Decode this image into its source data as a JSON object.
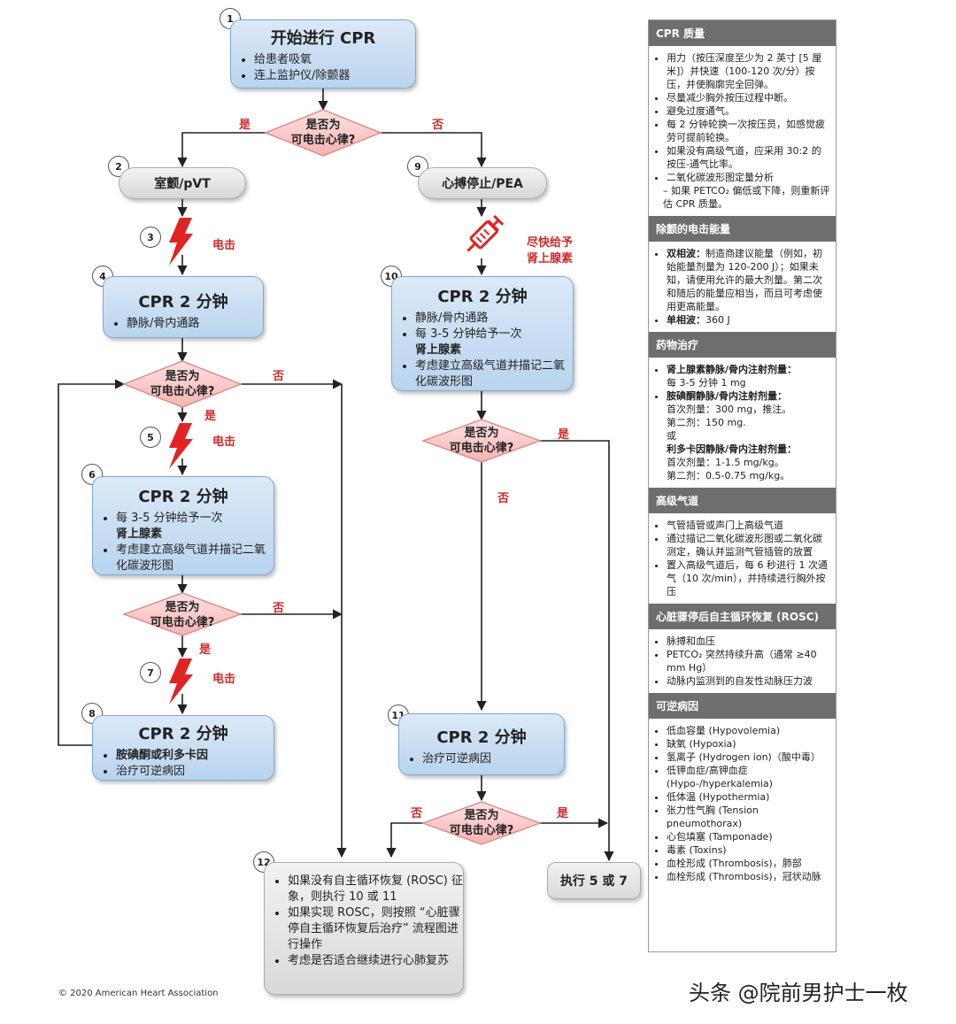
{
  "nodes": {
    "n1": {
      "num": "1",
      "title": "开始进行 CPR",
      "items": [
        "给患者吸氧",
        "连上监护仪/除颤器"
      ]
    },
    "d1": {
      "line1": "是否为",
      "line2": "可电击心律?",
      "yes": "是",
      "no": "否"
    },
    "n2": {
      "num": "2",
      "label": "室颤/pVT"
    },
    "n9": {
      "num": "9",
      "label": "心搏停止/PEA"
    },
    "n3": {
      "num": "3",
      "shock": "电击"
    },
    "n10_epi": {
      "line1": "尽快给予",
      "line2": "肾上腺素"
    },
    "n4": {
      "num": "4",
      "title": "CPR 2 分钟",
      "items": [
        "静脉/骨内通路"
      ]
    },
    "n10": {
      "num": "10",
      "title": "CPR 2 分钟",
      "item1": "静脉/骨内通路",
      "item2a": "每 3-5 分钟给予一次",
      "item2b": "肾上腺素",
      "item3": "考虑建立高级气道并描记二氧化碳波形图"
    },
    "d2": {
      "line1": "是否为",
      "line2": "可电击心律?",
      "yes": "是",
      "no": "否"
    },
    "d3": {
      "line1": "是否为",
      "line2": "可电击心律?",
      "yes": "是",
      "no": "否"
    },
    "n5": {
      "num": "5",
      "shock": "电击"
    },
    "n6": {
      "num": "6",
      "title": "CPR 2 分钟",
      "item1a": "每 3-5 分钟给予一次",
      "item1b": "肾上腺素",
      "item2": "考虑建立高级气道并描记二氧化碳波形图"
    },
    "d4": {
      "line1": "是否为",
      "line2": "可电击心律?",
      "yes": "是",
      "no": "否"
    },
    "n7": {
      "num": "7",
      "shock": "电击"
    },
    "n8": {
      "num": "8",
      "title": "CPR 2 分钟",
      "item1": "胺碘酮或利多卡因",
      "item2": "治疗可逆病因"
    },
    "n11": {
      "num": "11",
      "title": "CPR 2 分钟",
      "items": [
        "治疗可逆病因"
      ]
    },
    "d5": {
      "line1": "是否为",
      "line2": "可电击心律?",
      "yes": "是",
      "no": "否"
    },
    "n12": {
      "num": "12",
      "items": [
        "如果没有自主循环恢复 (ROSC) 征象，则执行 10 或 11",
        "如果实现 ROSC，则按照 “心脏骤停自主循环恢复后治疗” 流程图进行操作",
        "考虑是否适合继续进行心肺复苏"
      ]
    },
    "do57": {
      "label": "执行 5 或 7"
    }
  },
  "panel": {
    "cpr_quality": {
      "title": "CPR 质量",
      "items": [
        "用力（按压深度至少为 2 英寸 [5 厘米]）并快速（100-120 次/分）按压，并使胸廓完全回弹。",
        "尽量减少胸外按压过程中断。",
        "避免过度通气。",
        "每 2 分钟轮换一次按压员，如感觉疲劳可提前轮换。",
        "如果没有高级气道，应采用 30:2 的按压-通气比率。",
        "二氧化碳波形图定量分析"
      ],
      "sub": "– 如果 PETCO₂ 偏低或下降，则重新评估 CPR 质量。"
    },
    "shock_energy": {
      "title": "除颤的电击能量",
      "bi_label": "双相波：",
      "bi_text": "制造商建议能量（例如，初始能量剂量为 120-200 J）；如果未知，请使用允许的最大剂量。第二次和随后的能量应相当，而且可考虑使用更高能量。",
      "mono_label": "单相波：",
      "mono_text": "360 J"
    },
    "drugs": {
      "title": "药物治疗",
      "epi_label": "肾上腺素静脉/骨内注射剂量：",
      "epi_text": "每 3-5 分钟 1 mg",
      "amio_label": "胺碘酮静脉/骨内注射剂量：",
      "amio_1": "首次剂量：300 mg，推注。",
      "amio_2": "第二剂：150 mg.",
      "or": "或",
      "lido_label": "利多卡因静脉/骨内注射剂量：",
      "lido_1": "首次剂量：1-1.5 mg/kg。",
      "lido_2": "第二剂：0.5-0.75 mg/kg。"
    },
    "airway": {
      "title": "高级气道",
      "items": [
        "气管插管或声门上高级气道",
        "通过描记二氧化碳波形图或二氧化碳测定，确认并监测气管插管的放置",
        "置入高级气道后，每 6 秒进行 1 次通气（10 次/min），并持续进行胸外按压"
      ]
    },
    "rosc": {
      "title": "心脏骤停后自主循环恢复 (ROSC)",
      "items": [
        "脉搏和血压",
        "PETCO₂ 突然持续升高（通常 ≥40 mm Hg）",
        "动脉内监测到的自发性动脉压力波"
      ]
    },
    "reversible": {
      "title": "可逆病因",
      "items": [
        "低血容量 (Hypovolemia)",
        "缺氧 (Hypoxia)",
        "氢离子 (Hydrogen ion)（酸中毒）",
        "低钾血症/高钾血症 (Hypo-/hyperkalemia)",
        "低体温 (Hypothermia)",
        "张力性气胸 (Tension pneumothorax)",
        "心包填塞 (Tamponade)",
        "毒素 (Toxins)",
        "血栓形成 (Thrombosis)，肺部",
        "血栓形成 (Thrombosis)，冠状动脉"
      ]
    }
  },
  "footer": "© 2020 American Heart Association",
  "watermark": "头条 @院前男护士一枚",
  "colors": {
    "red_label": "#d12a2a",
    "box_blue": "#b9d4ee",
    "header_gray": "#6e6e6e"
  }
}
